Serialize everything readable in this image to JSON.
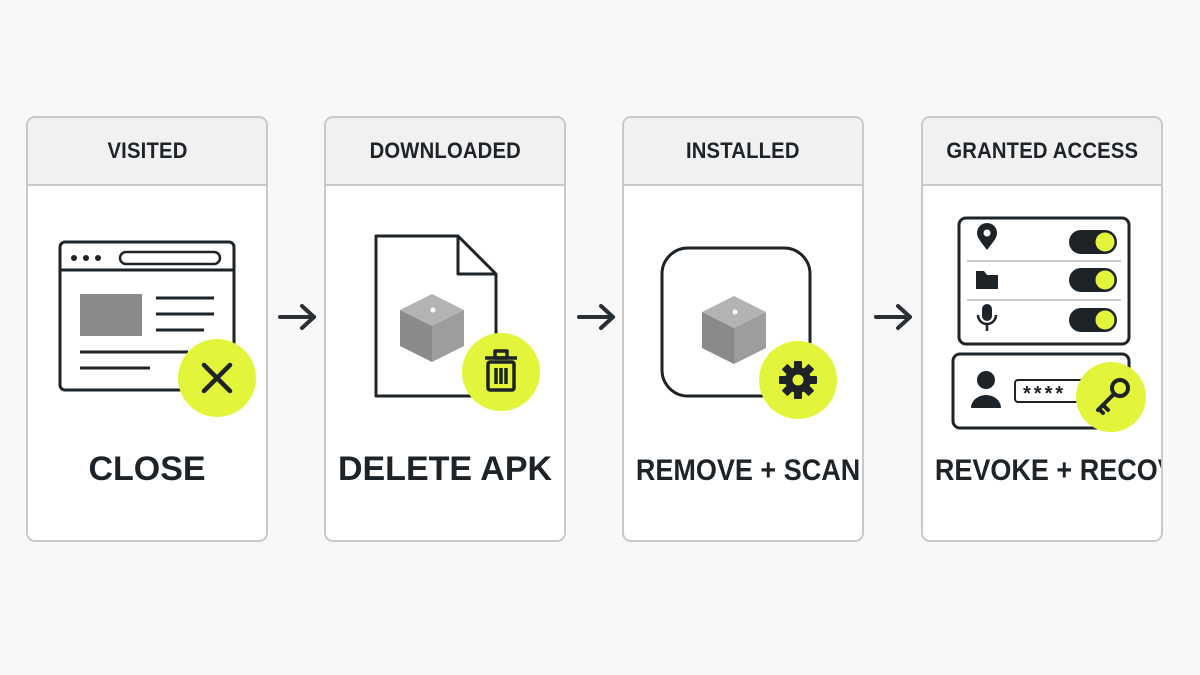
{
  "colors": {
    "accent": "#e2f53a",
    "ink": "#1e2328",
    "muted_icon": "#8a8a8a",
    "border": "#c9c9c9",
    "header_bg": "#f1f1f1"
  },
  "stages": [
    {
      "title": "VISITED",
      "action": "CLOSE",
      "illustration": "browser-window",
      "badge_icon": "close-icon"
    },
    {
      "title": "DOWNLOADED",
      "action": "DELETE APK",
      "illustration": "apk-file",
      "badge_icon": "trash-icon"
    },
    {
      "title": "INSTALLED",
      "action": "REMOVE + SCAN",
      "illustration": "app-icon",
      "badge_icon": "gear-icon"
    },
    {
      "title": "GRANTED ACCESS",
      "action": "REVOKE + RECOVER",
      "illustration": "permissions-panel",
      "badge_icon": "key-icon",
      "permissions": [
        {
          "icon": "location-icon",
          "enabled": true
        },
        {
          "icon": "folder-icon",
          "enabled": true
        },
        {
          "icon": "microphone-icon",
          "enabled": true
        }
      ],
      "password_mask": "****"
    }
  ],
  "arrows": [
    "arrow-right-icon",
    "arrow-right-icon",
    "arrow-right-icon"
  ]
}
